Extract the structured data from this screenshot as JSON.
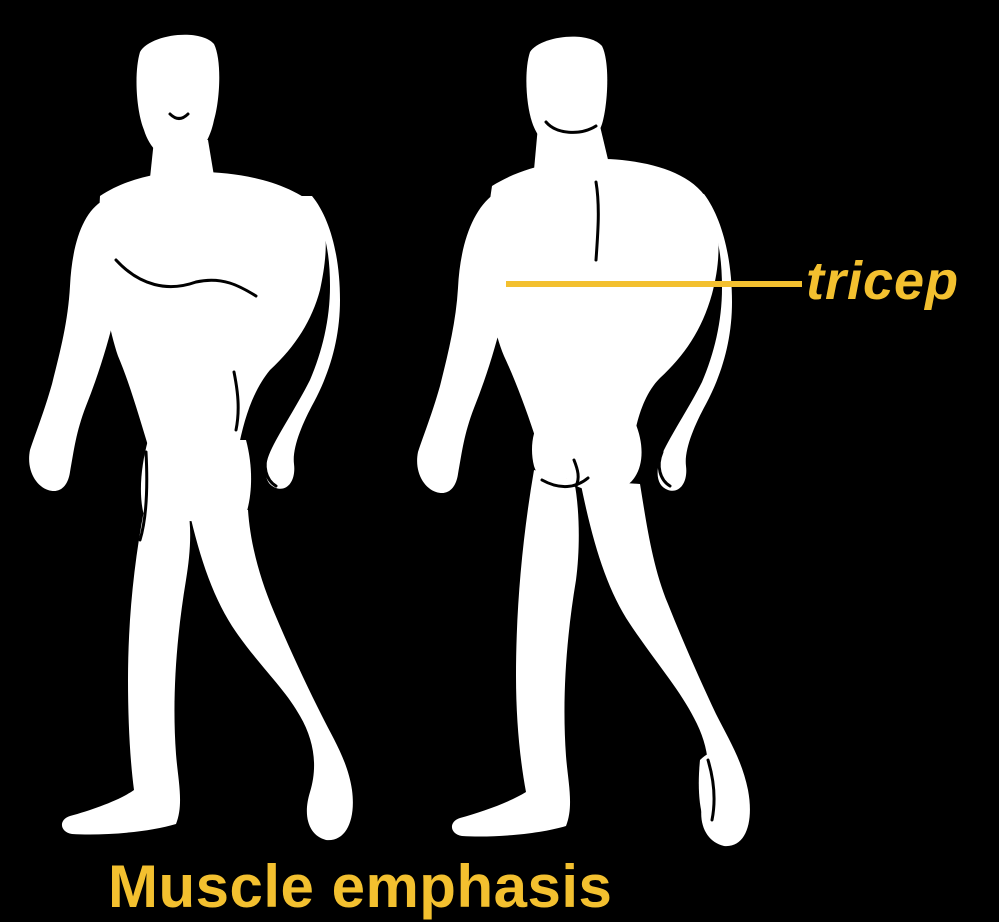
{
  "illustration": {
    "front_figure": "front-body-silhouette",
    "back_figure": "back-body-silhouette"
  },
  "callout": {
    "label": "tricep",
    "color": "#f3c02f"
  },
  "caption": {
    "text": "Muscle emphasis",
    "color": "#f3c02f"
  },
  "colors": {
    "background": "#000000",
    "silhouette": "#ffffff",
    "accent": "#f3c02f"
  }
}
